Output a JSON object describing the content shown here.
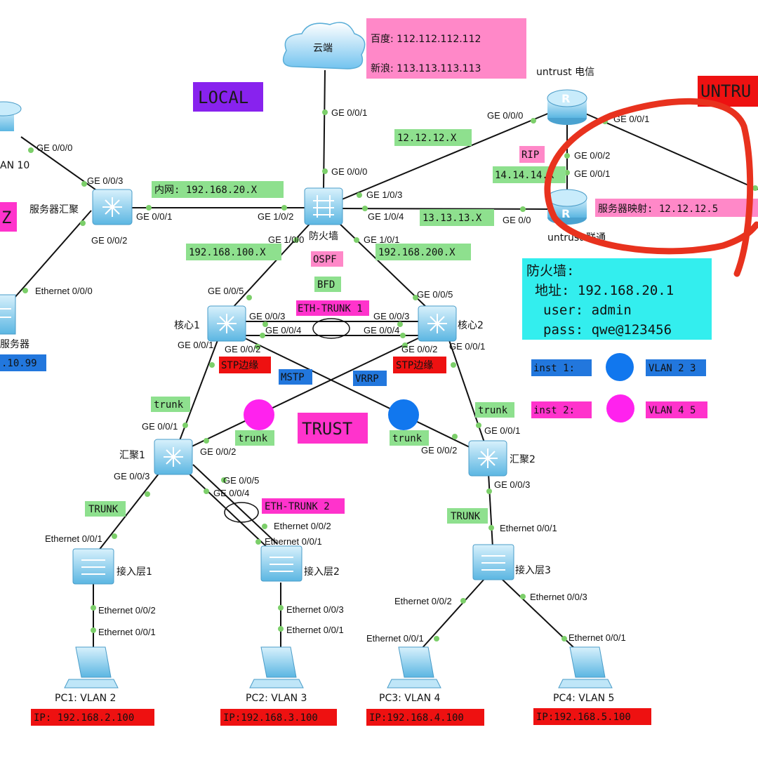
{
  "colors": {
    "cloud": "#8fd3f4",
    "device": "#7ec9ec",
    "tag_green": "#8ee08e",
    "tag_pink": "#ff88c8",
    "tag_magenta": "#ff33cc",
    "tag_red": "#ee1111",
    "tag_blue": "#2277dd",
    "tag_purple": "#8822ee",
    "info_cyan": "#33eeee",
    "ink_red": "#e8321e",
    "dot_magenta": "#ff22ee",
    "dot_blue": "#1177ee",
    "dot_green": "#7ccf6a"
  },
  "zones": {
    "local": "LOCAL",
    "trust": "TRUST",
    "untrust": "UNTRU",
    "dmz": "Z"
  },
  "isp": {
    "baidu": "百度: 112.112.112.112",
    "sina": "新浪: 113.113.113.113"
  },
  "nodes": {
    "cloud": "云端",
    "firewall": "防火墙",
    "router_telecom": "untrust 电信",
    "router_unicom": "untrust 联通",
    "server_agg": "服务器汇聚",
    "left_router": "AN 10",
    "server": "服务器",
    "core1": "核心1",
    "core2": "核心2",
    "agg1": "汇聚1",
    "agg2": "汇聚2",
    "acc1": "接入层1",
    "acc2": "接入层2",
    "acc3": "接入层3",
    "pc1": "PC1: VLAN 2",
    "pc2": "PC2: VLAN 3",
    "pc3": "PC3: VLAN 4",
    "pc4": "PC4: VLAN 5"
  },
  "ips": {
    "server": ".10.99",
    "pc1": "IP: 192.168.2.100",
    "pc2": "IP:192.168.3.100",
    "pc3": "IP:192.168.4.100",
    "pc4": "IP:192.168.5.100"
  },
  "segments": {
    "inner": "内网: 192.168.20.X",
    "seg12": "12.12.12.X",
    "seg13": "13.13.13.X",
    "seg14": "14.14.14.X",
    "seg100": "192.168.100.X",
    "seg200": "192.168.200.X"
  },
  "protocols": {
    "ospf": "OSPF",
    "bfd": "BFD",
    "rip": "RIP",
    "mstp": "MSTP",
    "vrrp": "VRRP",
    "eth_trunk1": "ETH-TRUNK 1",
    "eth_trunk2": "ETH-TRUNK 2",
    "stp_edge": "STP边缘",
    "trunk": "trunk",
    "TRUNK": "TRUNK"
  },
  "mapping": "服务器映射: 12.12.12.5",
  "firewall_info": {
    "title": "防火墙:",
    "address": "地址: 192.168.20.1",
    "user": "user: admin",
    "pass": "pass: qwe@123456"
  },
  "legend": {
    "inst1": "inst 1:",
    "inst1_vlan": "VLAN 2 3",
    "inst2": "inst 2:",
    "inst2_vlan": "VLAN 4 5"
  },
  "ports": {
    "ge001": "GE 0/0/1",
    "ge000": "GE 0/0/0",
    "ge002": "GE 0/0/2",
    "ge003": "GE 0/0/3",
    "ge004": "GE 0/0/4",
    "ge005": "GE 0/0/5",
    "ge100": "GE 1/0/0",
    "ge101": "GE 1/0/1",
    "ge102": "GE 1/0/2",
    "ge103": "GE 1/0/3",
    "ge104": "GE 1/0/4",
    "ge00x": "GE 0/0",
    "eth000": "Ethernet 0/0/0",
    "eth001": "Ethernet 0/0/1",
    "eth002": "Ethernet 0/0/2",
    "eth003": "Ethernet 0/0/3"
  }
}
